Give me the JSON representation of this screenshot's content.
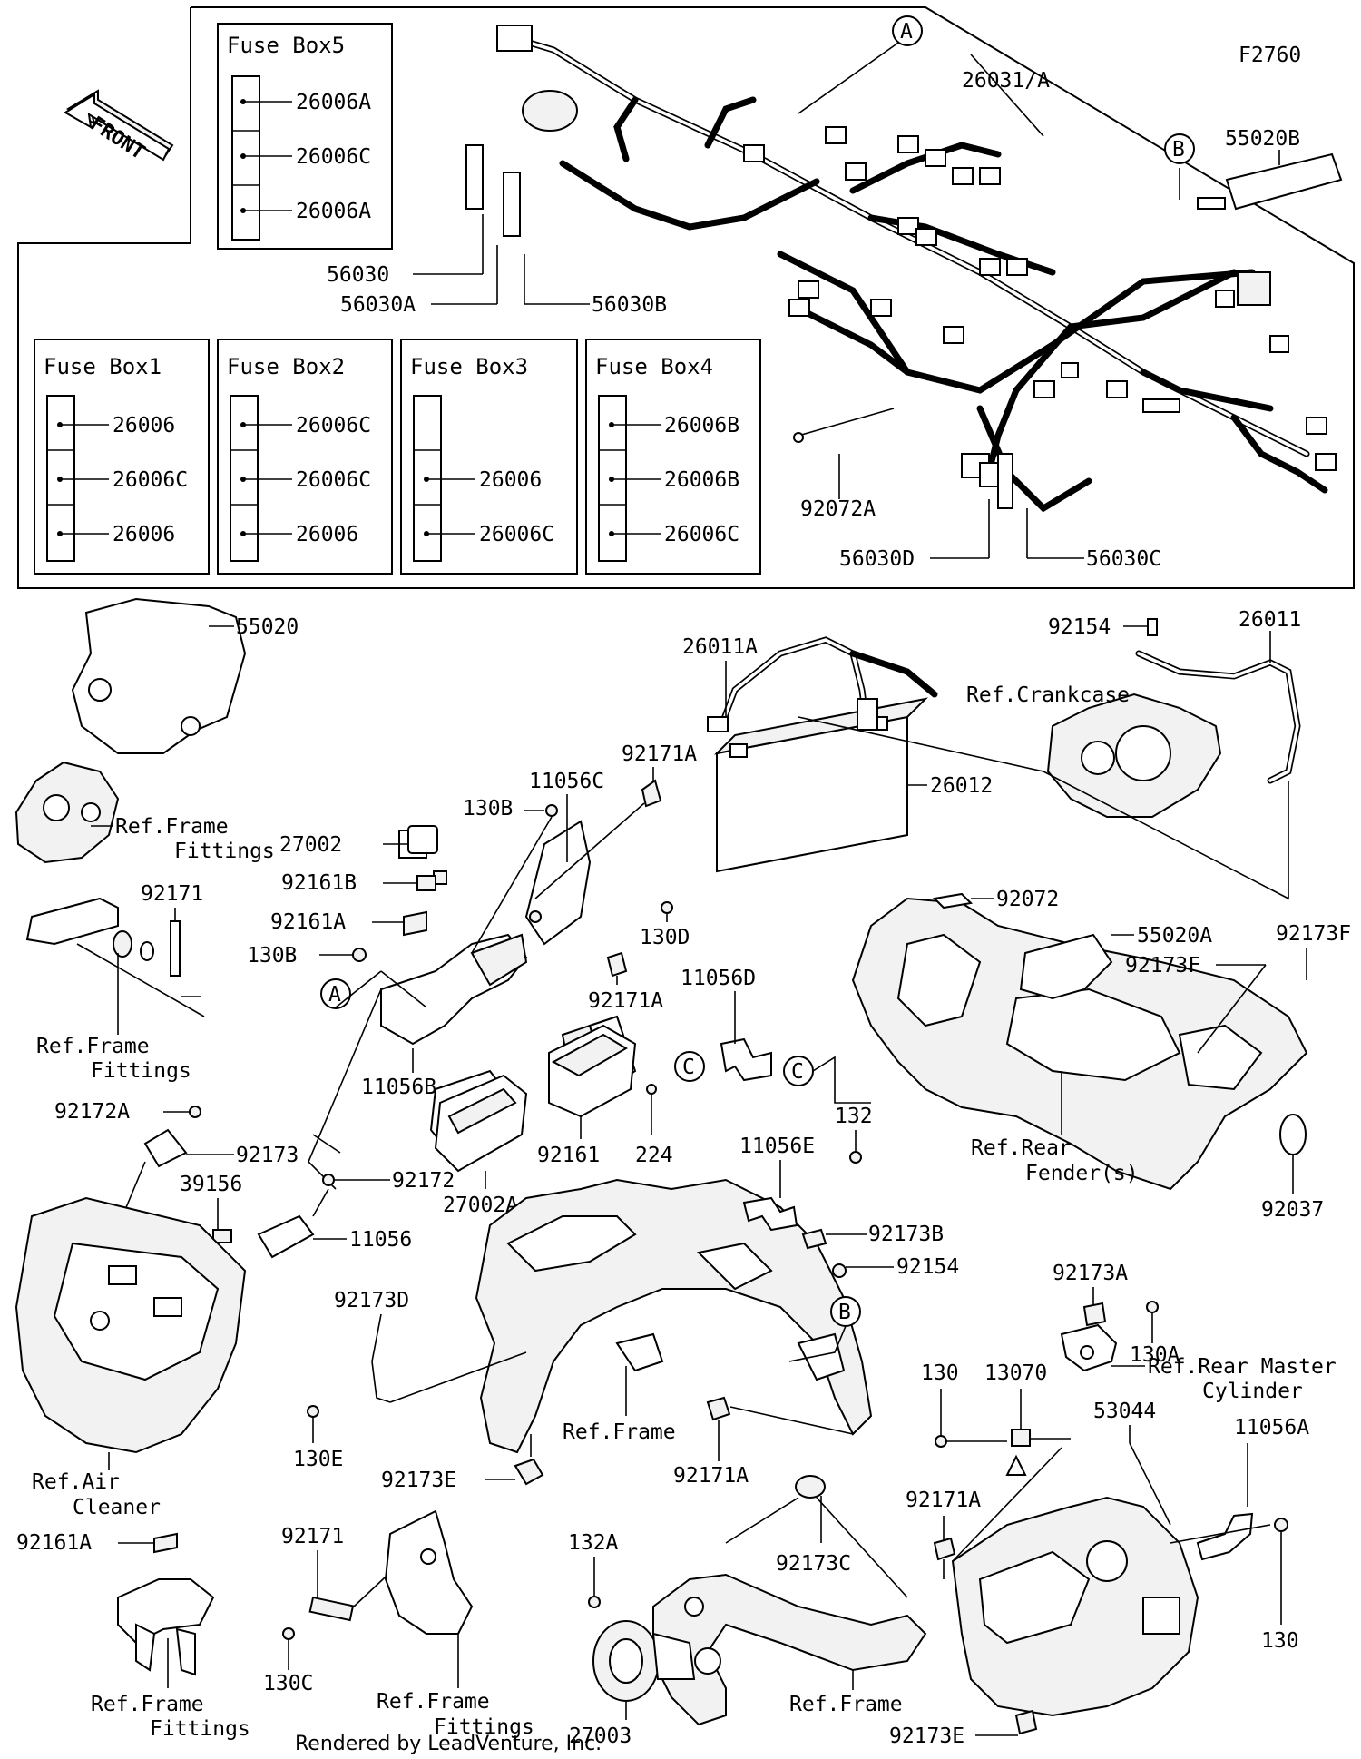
{
  "figure_id": "F2760",
  "front_arrow": {
    "text": "FRONT",
    "icon": "front-direction-arrow-icon"
  },
  "fuse_boxes": [
    {
      "title": "Fuse Box5",
      "slots": [
        "26006A",
        "26006C",
        "26006A"
      ]
    },
    {
      "title": "Fuse Box1",
      "slots": [
        "26006",
        "26006C",
        "26006"
      ]
    },
    {
      "title": "Fuse Box2",
      "slots": [
        "26006C",
        "26006C",
        "26006"
      ]
    },
    {
      "title": "Fuse Box3",
      "slots": [
        "",
        "26006",
        "26006C"
      ]
    },
    {
      "title": "Fuse Box4",
      "slots": [
        "26006B",
        "26006B",
        "26006C"
      ]
    }
  ],
  "callouts": {
    "A": "A",
    "B": "B",
    "C": "C"
  },
  "part_labels": {
    "p26031A": "26031/A",
    "p55020B": "55020B",
    "p56030": "56030",
    "p56030A": "56030A",
    "p56030B": "56030B",
    "p92072A": "92072A",
    "p56030D": "56030D",
    "p56030C": "56030C",
    "p55020": "55020",
    "p26011A": "26011A",
    "p92154a": "92154",
    "p26011": "26011",
    "p26012": "26012",
    "p92171Aa": "92171A",
    "p11056C": "11056C",
    "p130Ba": "130B",
    "p27002": "27002",
    "p92161B": "92161B",
    "p92161Aa": "92161A",
    "p130Bb": "130B",
    "p130D": "130D",
    "p92171Ab": "92171A",
    "p92072": "92072",
    "p55020A": "55020A",
    "p92173Fa": "92173F",
    "p92173Fb": "92173F",
    "p92171a": "92171",
    "p11056D": "11056D",
    "p11056B": "11056B",
    "p92172A": "92172A",
    "p92173": "92173",
    "p92161": "92161",
    "p27002A": "27002A",
    "p224": "224",
    "p11056E": "11056E",
    "p132": "132",
    "p92037": "92037",
    "p39156": "39156",
    "p92172": "92172",
    "p11056": "11056",
    "p92173B": "92173B",
    "p92154b": "92154",
    "p92173A": "92173A",
    "p130A": "130A",
    "p92173D": "92173D",
    "p130E": "130E",
    "p92173Ea": "92173E",
    "p92171Ac": "92171A",
    "p130a": "130",
    "p13070": "13070",
    "p53044": "53044",
    "p92171Ad": "92171A",
    "p11056A": "11056A",
    "p92161Ab": "92161A",
    "p92171b": "92171",
    "p132A": "132A",
    "p92173C": "92173C",
    "p130C": "130C",
    "p130b": "130",
    "p27003": "27003",
    "p92173Eb": "92173E"
  },
  "references": {
    "crankcase": "Ref.Crankcase",
    "frame_fittings_1": [
      "Ref.Frame",
      "Fittings"
    ],
    "frame_fittings_2": [
      "Ref.Frame",
      "Fittings"
    ],
    "rear_fender": [
      "Ref.Rear",
      "Fender(s)"
    ],
    "rear_master_cylinder": [
      "Ref.Rear Master",
      "Cylinder"
    ],
    "air_cleaner": [
      "Ref.Air",
      "Cleaner"
    ],
    "frame_1": "Ref.Frame",
    "frame_2": "Ref.Frame",
    "frame_fittings_3": [
      "Ref.Frame",
      "Fittings"
    ],
    "frame_fittings_4": [
      "Ref.Frame",
      "Fittings"
    ]
  },
  "credit": "Rendered by LeadVenture, Inc."
}
